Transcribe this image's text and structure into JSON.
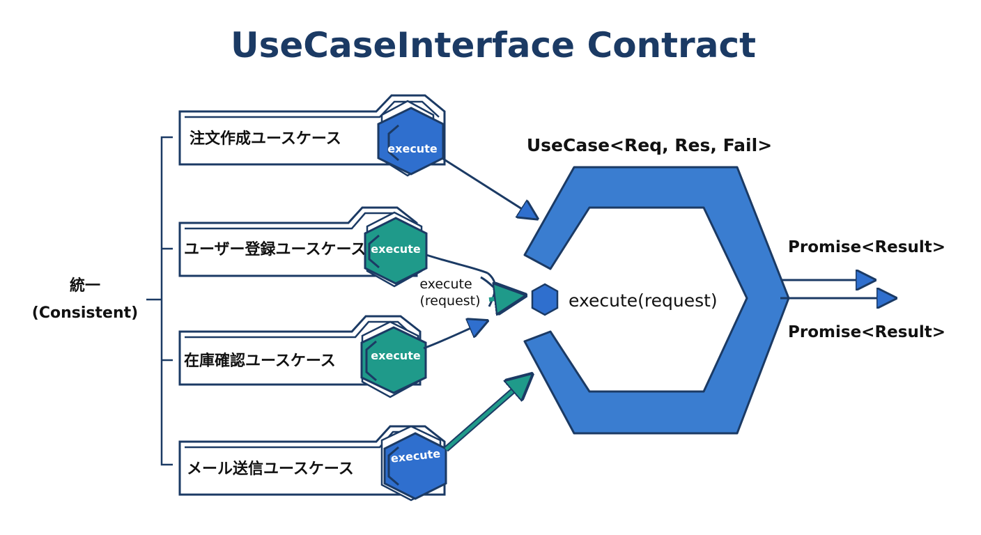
{
  "title": "UseCaseInterface Contract",
  "side_label": {
    "line1": "統一",
    "line2": "(Consistent)"
  },
  "usecases": [
    {
      "label": "注文作成ユースケース",
      "method": "execute",
      "color": "#2f6fce"
    },
    {
      "label": "ユーザー登録ユースケース",
      "method": "execute",
      "color": "#1f9a8a"
    },
    {
      "label": "在庫確認ユースケース",
      "method": "execute",
      "color": "#1f9a8a"
    },
    {
      "label": "メール送信ユースケース",
      "method": "execute",
      "color": "#2f6fce"
    }
  ],
  "interface": {
    "name": "UseCase<Req, Res, Fail>",
    "port_label": "execute(request)",
    "color": "#3a7dd0",
    "dark_color": "#1b3a64"
  },
  "merge_label": {
    "line1": "execute",
    "line2": "(request)"
  },
  "outputs": [
    "Promise<Result>",
    "Promise<Result>"
  ],
  "colors": {
    "blue": "#2f6fce",
    "teal": "#1f9a8a",
    "navy": "#1b3a64"
  }
}
